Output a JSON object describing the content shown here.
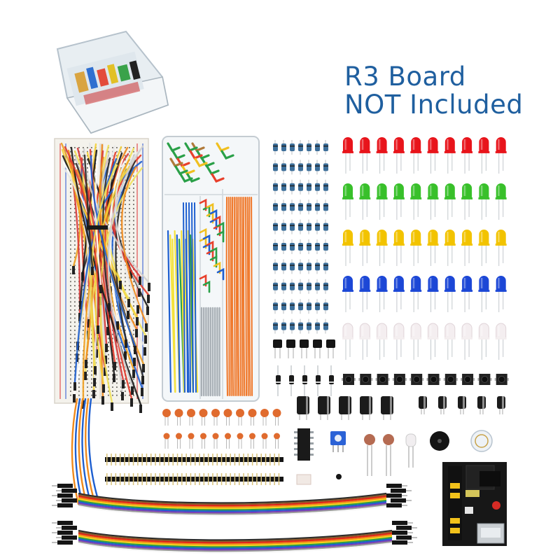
{
  "caption": {
    "line1": "R3 Board",
    "line2": "NOT Included"
  },
  "colors": {
    "caption_text": "#1f5f9f",
    "led_red": "#e8141b",
    "led_green": "#38c02a",
    "led_yellow": "#f2c300",
    "led_blue": "#1c47d6",
    "led_white": "#f4eef0",
    "resistor_body": "#3d6f9a",
    "ceramic_cap": "#e06b2e",
    "jumper_orange": "#f0782a",
    "ribbon": [
      "#2b2b2b",
      "#8a5a2b",
      "#e2231a",
      "#f08a1c",
      "#f4d31c",
      "#2ea043",
      "#1d5fd1",
      "#7b3fb6",
      "#9a9a9a",
      "#f7f7f7"
    ]
  },
  "components": {
    "led_colors": [
      "red",
      "green",
      "yellow",
      "blue",
      "white"
    ],
    "leds_per_row": 10,
    "resistor_rows": 10,
    "tact_switches": 10,
    "electrolytic_caps": 10,
    "ceramic_caps": 20
  }
}
